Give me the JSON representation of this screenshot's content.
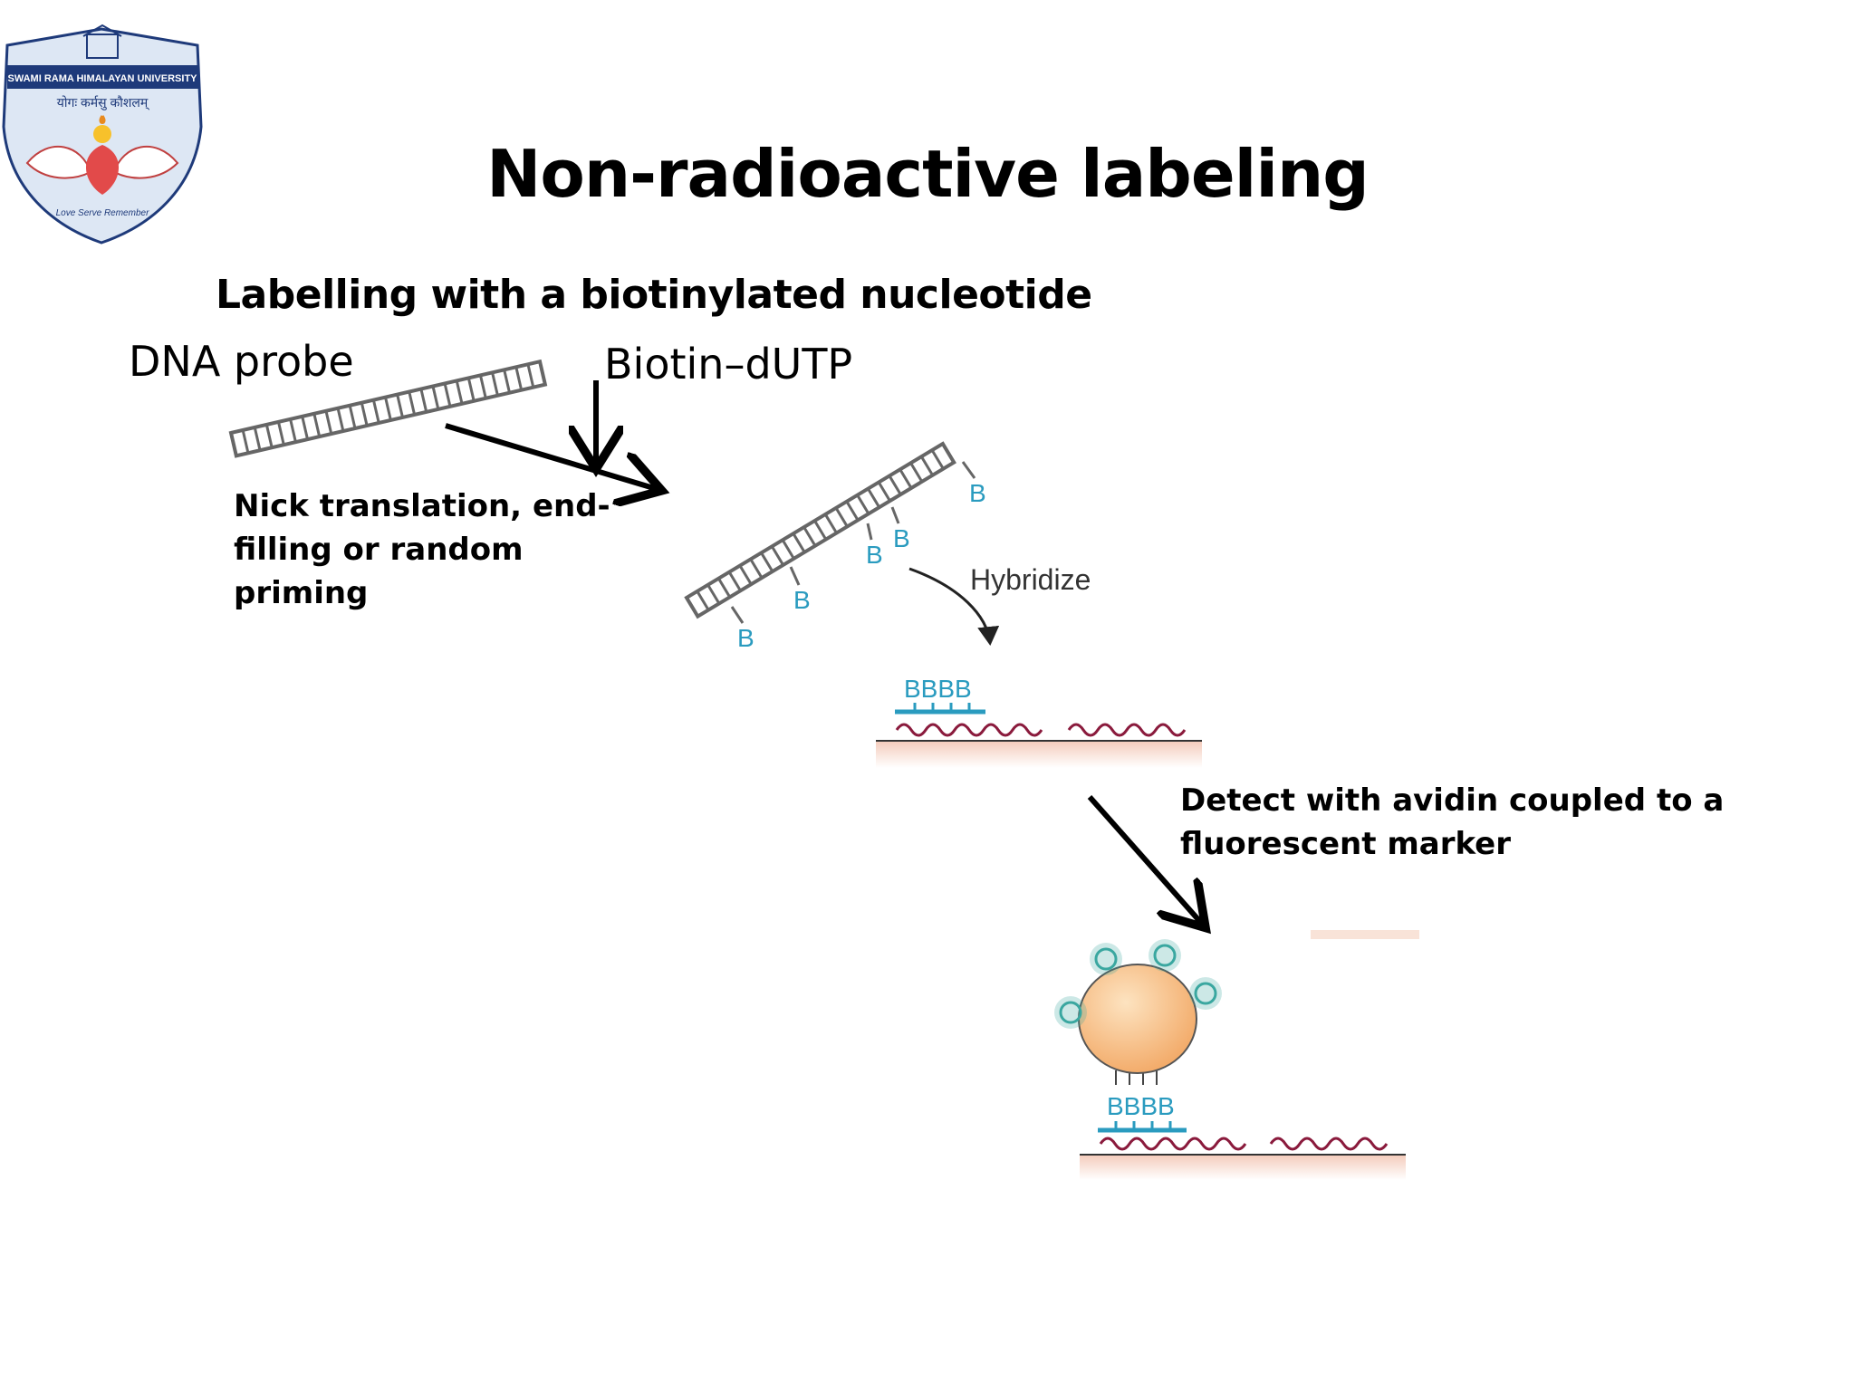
{
  "logo": {
    "university": "SWAMI RAMA HIMALAYAN UNIVERSITY",
    "motto": "योगः कर्मसु कौशलम्",
    "tagline": "Love Serve Remember"
  },
  "slide": {
    "title": "Non-radioactive labeling",
    "subtitle": "Labelling with a biotinylated nucleotide"
  },
  "labels": {
    "dna_probe": "DNA probe",
    "biotin": "Biotin–dUTP",
    "step1": "Nick translation, end-filling or random priming",
    "hybridize": "Hybridize",
    "step3": "Detect with avidin coupled to a fluorescent marker",
    "biotin_mark": "B",
    "biotin_row": "BBBB"
  },
  "colors": {
    "biotin": "#2a9bbf",
    "target_dna": "#8a1a3c",
    "membrane": "#f7d7c8",
    "avidin": "#f6b978",
    "fluor": "#3aa7a0"
  }
}
